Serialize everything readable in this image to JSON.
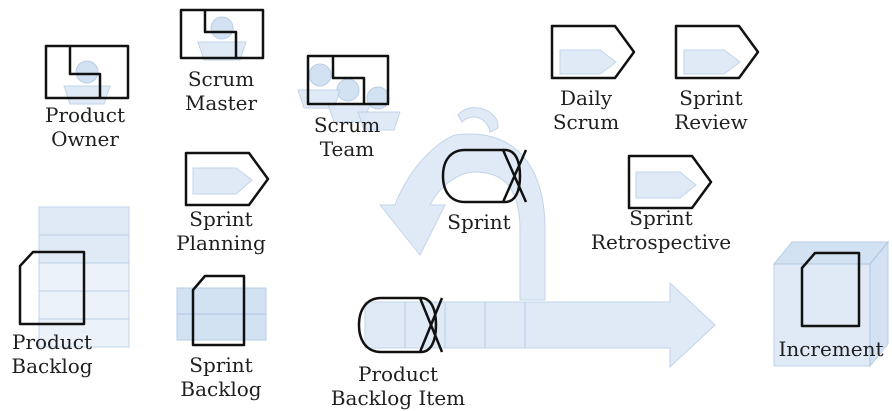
{
  "labels": {
    "product_owner": [
      "Product",
      "Owner"
    ],
    "scrum_master": [
      "Scrum",
      "Master"
    ],
    "scrum_team": [
      "Scrum",
      "Team"
    ],
    "daily_scrum": [
      "Daily",
      "Scrum"
    ],
    "sprint_review": [
      "Sprint",
      "Review"
    ],
    "sprint_planning": [
      "Sprint",
      "Planning"
    ],
    "sprint": "Sprint",
    "sprint_retrospective": [
      "Sprint",
      "Retrospective"
    ],
    "product_backlog": [
      "Product",
      "Backlog"
    ],
    "sprint_backlog": [
      "Sprint",
      "Backlog"
    ],
    "product_backlog_item": [
      "Product",
      "Backlog Item"
    ],
    "increment": "Increment"
  },
  "colors": {
    "ink": "#111111",
    "ghost_fill": "#dbe7f5",
    "ghost_stroke": "#b8cde6"
  }
}
